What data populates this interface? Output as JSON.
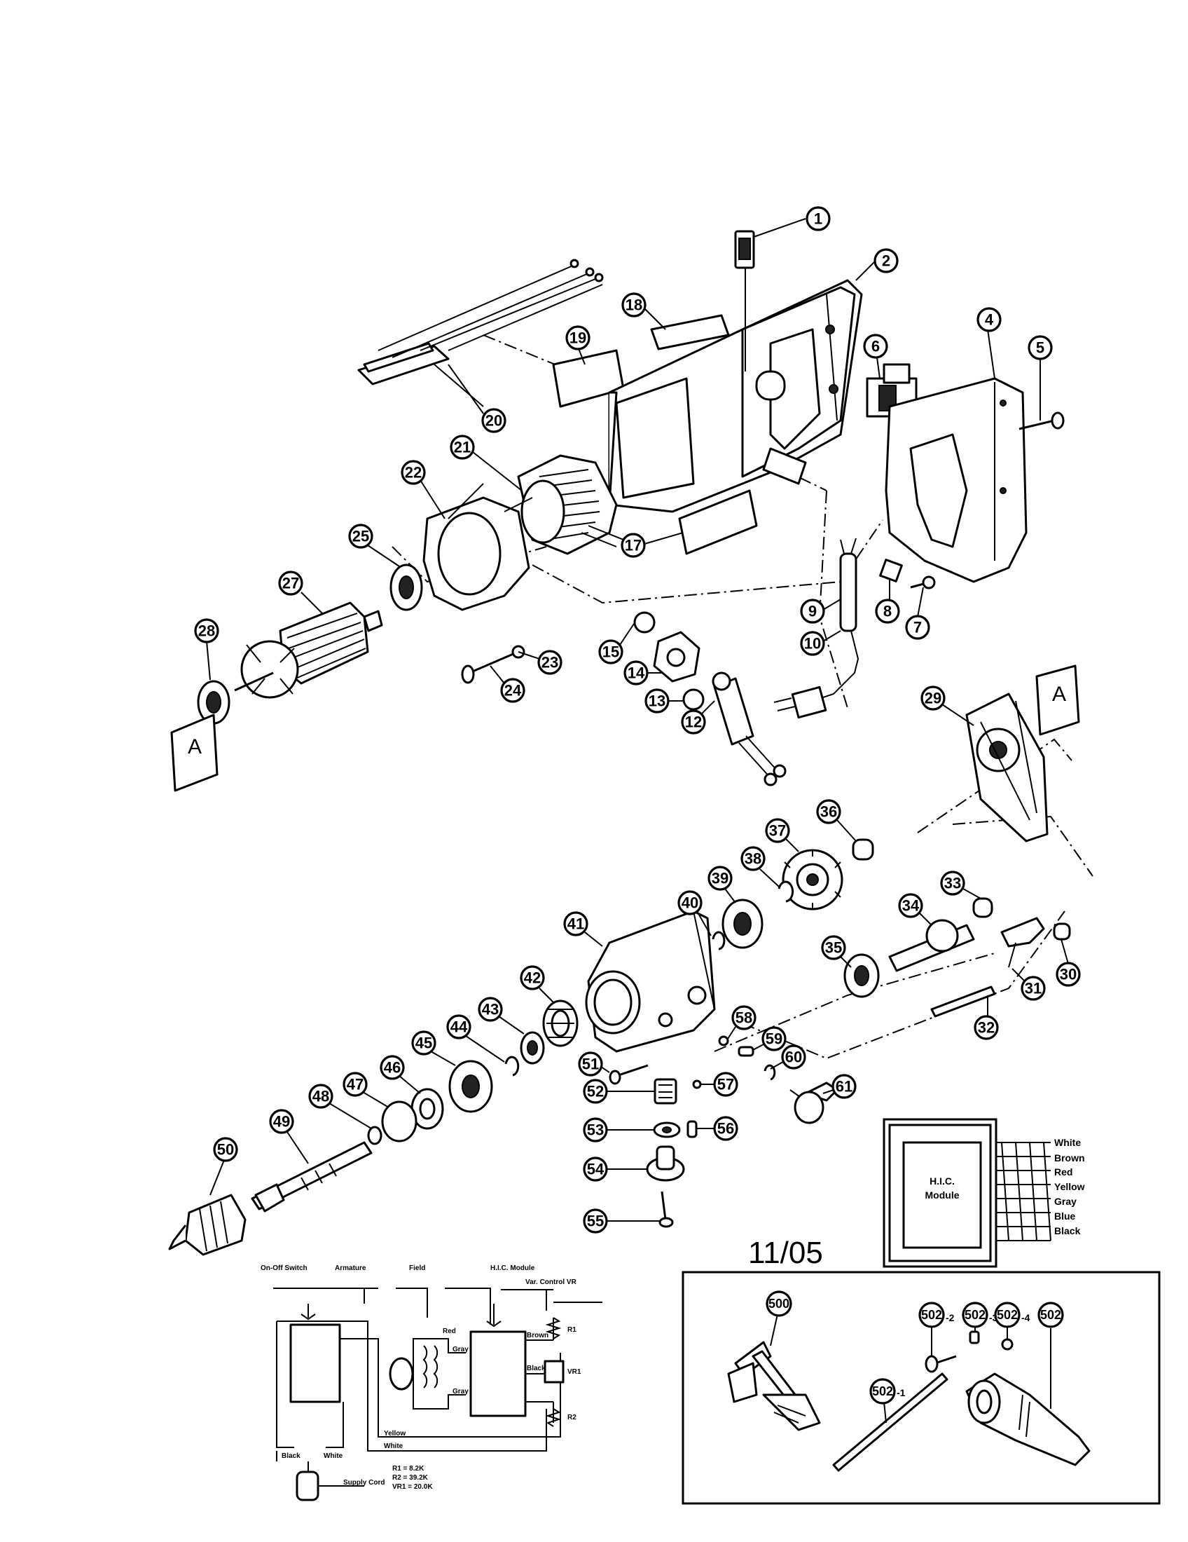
{
  "revision_date": "11/05",
  "callouts": [
    "1",
    "2",
    "4",
    "5",
    "6",
    "7",
    "8",
    "9",
    "10",
    "12",
    "13",
    "14",
    "15",
    "17",
    "18",
    "19",
    "20",
    "21",
    "22",
    "23",
    "24",
    "25",
    "27",
    "28",
    "29",
    "30",
    "31",
    "32",
    "33",
    "34",
    "35",
    "36",
    "37",
    "38",
    "39",
    "40",
    "41",
    "42",
    "43",
    "44",
    "45",
    "46",
    "47",
    "48",
    "49",
    "50",
    "51",
    "52",
    "53",
    "54",
    "55",
    "56",
    "57",
    "58",
    "59",
    "60",
    "61",
    "500",
    "502",
    "502-1"
  ],
  "reference_marks": {
    "a_left": "A",
    "a_right": "A"
  },
  "accessory_callouts": {
    "suffix_2": "-2",
    "suffix_3": "-3",
    "suffix_4": "-4"
  },
  "hic_module": {
    "title_line1": "H.I.C.",
    "title_line2": "Module",
    "wires": [
      "White",
      "Brown",
      "Red",
      "Yellow",
      "Gray",
      "Blue",
      "Black"
    ]
  },
  "schematic": {
    "top_labels": [
      "On-Off Switch",
      "Armature",
      "Field",
      "H.I.C. Module",
      "Var. Control VR"
    ],
    "wire_labels": [
      "Red",
      "Gray",
      "Gray",
      "Yellow",
      "White",
      "Brown",
      "Black",
      "Black",
      "White"
    ],
    "resistor_labels": [
      "R1",
      "VR1",
      "R2"
    ],
    "values": [
      "R1 = 8.2K",
      "R2 = 39.2K",
      "VR1 = 20.0K"
    ],
    "cord_label": "Supply Cord"
  }
}
